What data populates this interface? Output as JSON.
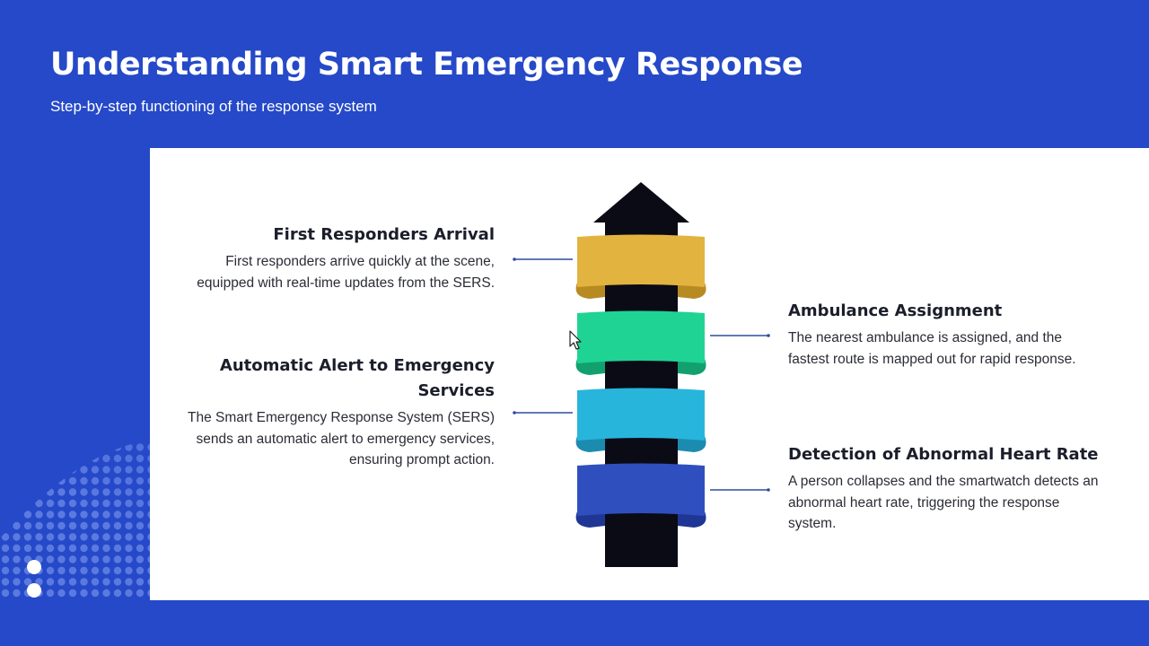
{
  "slide": {
    "title": "Understanding Smart Emergency Response",
    "subtitle": "Step-by-step functioning of the response system"
  },
  "colors": {
    "background": "#2549c8",
    "card": "#ffffff",
    "arrow": "#0b0b16",
    "step_first_responders": "#e3b33f",
    "step_ambulance": "#1fd394",
    "step_alert": "#28b5dc",
    "step_detection": "#2f4fbf"
  },
  "steps": [
    {
      "title": "First Responders Arrival",
      "text": "First responders arrive quickly at the scene, equipped with real-time updates from the SERS."
    },
    {
      "title": "Ambulance Assignment",
      "text": "The nearest ambulance is assigned, and the fastest route is mapped out for rapid response."
    },
    {
      "title": "Automatic Alert to Emergency Services",
      "text": "The Smart Emergency Response System (SERS) sends an automatic alert to emergency services, ensuring prompt action."
    },
    {
      "title": "Detection of Abnormal Heart Rate",
      "text": "A person collapses and the smartwatch detects an abnormal heart rate, triggering the response system."
    }
  ]
}
